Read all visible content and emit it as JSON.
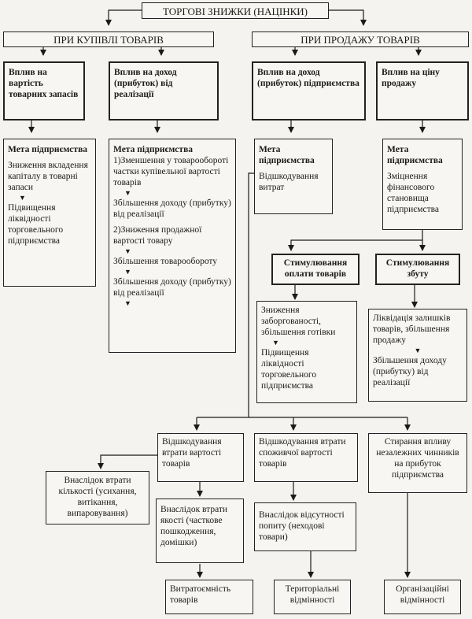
{
  "title": "ТОРГОВІ ЗНИЖКИ (НАЦІНКИ)",
  "purchase": {
    "header": "ПРИ КУПІВЛІ ТОВАРІВ",
    "inventory_effect": "Вплив на вартість товарних запасів",
    "income_effect": "Вплив на доход (прибуток) від реалізації",
    "goal_title_left": "Мета підприємства",
    "goal_left_1": "Зниження вкладення капіталу в товарні запаси",
    "goal_left_2": "Підвищення ліквідності торговельного підприємства",
    "goal_title_right": "Мета підприємства",
    "goal_right_1": "1)Зменшення у товарообороті частки купівельної вартості товарів",
    "goal_right_2": "Збільшення доходу (прибутку) від реалізації",
    "goal_right_3": "2)Зниження продажної вартості товару",
    "goal_right_4": "Збільшення товарообороту",
    "goal_right_5": "Збільшення доходу (прибутку) від реалізації"
  },
  "sale": {
    "header": "ПРИ ПРОДАЖУ ТОВАРІВ",
    "income_effect": "Вплив на доход (прибуток) підприємства",
    "price_effect": "Вплив на ціну продажу",
    "goal_title_left": "Мета підприємства",
    "goal_left_1": "Відшкодування витрат",
    "goal_title_right": "Мета підприємства",
    "goal_right_1": "Зміцнення фінансового становища підприємства",
    "stim_payment": "Стимулювання оплати товарів",
    "stim_sales": "Стимулювання збуту",
    "payment_1": "Зниження заборгованості, збільшення готівки",
    "payment_2": "Підвищення ліквідності торговельного підприємства",
    "sales_1": "Ліквідація залишків товарів, збільшення продажу",
    "sales_2": "Збільшення доходу (прибутку) від реалізації"
  },
  "costs": {
    "loss_value": "Відшкодування втрати вартості товарів",
    "loss_consumer": "Відшкодування втрати споживчої вартості товарів",
    "external": "Стирання впливу незалежних чинників на прибуток підприємства",
    "quantity_loss": "Внаслідок втрати кількості (усихання, витікання, випаровування)",
    "quality_loss": "Внаслідок втрати якості (часткове пошкодження, домішки)",
    "no_demand": "Внаслідок відсутності попиту (неходові товари)",
    "capacity": "Витратоємність товарів",
    "territorial": "Територіальні відмінності",
    "organizational": "Організаційні відмінності"
  }
}
